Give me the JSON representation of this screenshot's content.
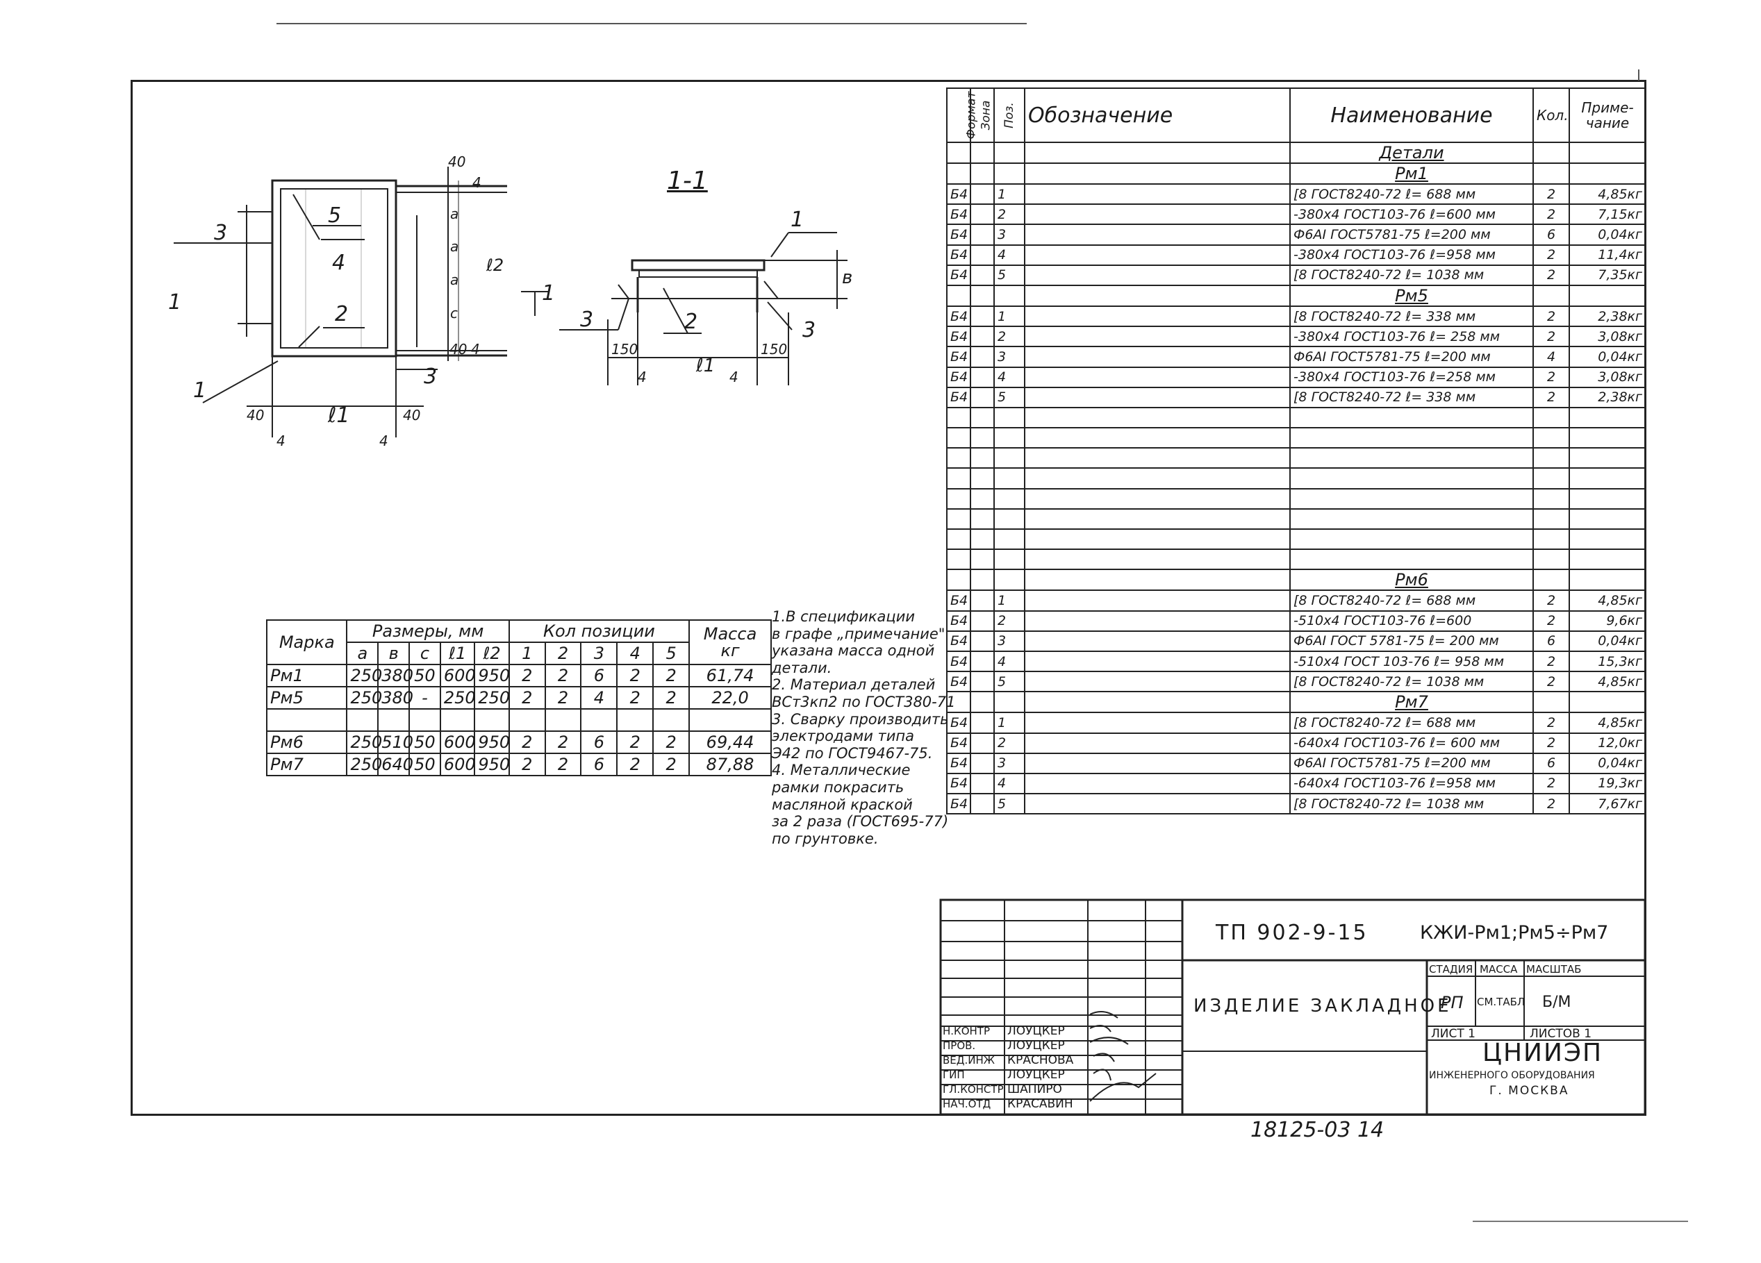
{
  "section_label": "1-1",
  "drawing_labels": {
    "left": {
      "positions": [
        "1",
        "2",
        "3",
        "3",
        "4",
        "5"
      ],
      "dims": [
        "40",
        "40",
        "4",
        "4",
        "ℓ1",
        "ℓ2",
        "40",
        "40",
        "4",
        "4",
        "a",
        "a",
        "a",
        "c"
      ],
      "section_mark": "1"
    },
    "right": {
      "positions": [
        "1",
        "2",
        "3",
        "3"
      ],
      "dims": [
        "150",
        "150",
        "ℓ1",
        "4",
        "4",
        "в"
      ],
      "section_mark": "1"
    }
  },
  "spec": {
    "headers": [
      "Формат",
      "Зона",
      "Поз.",
      "Обозначение",
      "Наименование",
      "Кол.",
      "Приме-чание"
    ],
    "rows": [
      {
        "type": "section",
        "name": "Детали"
      },
      {
        "type": "section",
        "name": "Рм1"
      },
      {
        "fmt": "Б4",
        "pos": "1",
        "name": "[8 ГОСТ8240-72 ℓ= 688 мм",
        "qty": "2",
        "note": "4,85кг"
      },
      {
        "fmt": "Б4",
        "pos": "2",
        "name": "-380х4 ГОСТ103-76 ℓ=600 мм",
        "qty": "2",
        "note": "7,15кг"
      },
      {
        "fmt": "Б4",
        "pos": "3",
        "name": "Ф6АI ГОСТ5781-75 ℓ=200 мм",
        "qty": "6",
        "note": "0,04кг"
      },
      {
        "fmt": "Б4",
        "pos": "4",
        "name": "-380х4 ГОСТ103-76 ℓ=958 мм",
        "qty": "2",
        "note": "11,4кг"
      },
      {
        "fmt": "Б4",
        "pos": "5",
        "name": "[8 ГОСТ8240-72 ℓ= 1038 мм",
        "qty": "2",
        "note": "7,35кг"
      },
      {
        "type": "section",
        "name": "Рм5"
      },
      {
        "fmt": "Б4",
        "pos": "1",
        "name": "[8 ГОСТ8240-72 ℓ= 338 мм",
        "qty": "2",
        "note": "2,38кг"
      },
      {
        "fmt": "Б4",
        "pos": "2",
        "name": "-380х4 ГОСТ103-76 ℓ= 258 мм",
        "qty": "2",
        "note": "3,08кг"
      },
      {
        "fmt": "Б4",
        "pos": "3",
        "name": "Ф6АI ГОСТ5781-75 ℓ=200 мм",
        "qty": "4",
        "note": "0,04кг"
      },
      {
        "fmt": "Б4",
        "pos": "4",
        "name": "-380х4 ГОСТ103-76 ℓ=258 мм",
        "qty": "2",
        "note": "3,08кг"
      },
      {
        "fmt": "Б4",
        "pos": "5",
        "name": "[8 ГОСТ8240-72 ℓ= 338 мм",
        "qty": "2",
        "note": "2,38кг"
      },
      {
        "type": "empty"
      },
      {
        "type": "empty"
      },
      {
        "type": "empty"
      },
      {
        "type": "empty"
      },
      {
        "type": "empty"
      },
      {
        "type": "empty"
      },
      {
        "type": "empty"
      },
      {
        "type": "empty"
      },
      {
        "type": "section",
        "name": "Рм6"
      },
      {
        "fmt": "Б4",
        "pos": "1",
        "name": "[8 ГОСТ8240-72 ℓ= 688 мм",
        "qty": "2",
        "note": "4,85кг"
      },
      {
        "fmt": "Б4",
        "pos": "2",
        "name": "-510х4 ГОСТ103-76 ℓ=600",
        "qty": "2",
        "note": "9,6кг"
      },
      {
        "fmt": "Б4",
        "pos": "3",
        "name": "Ф6АI ГОСТ 5781-75 ℓ= 200 мм",
        "qty": "6",
        "note": "0,04кг"
      },
      {
        "fmt": "Б4",
        "pos": "4",
        "name": "-510х4 ГОСТ 103-76 ℓ= 958 мм",
        "qty": "2",
        "note": "15,3кг"
      },
      {
        "fmt": "Б4",
        "pos": "5",
        "name": "[8 ГОСТ8240-72 ℓ= 1038 мм",
        "qty": "2",
        "note": "4,85кг"
      },
      {
        "type": "section",
        "name": "Рм7"
      },
      {
        "fmt": "Б4",
        "pos": "1",
        "name": "[8 ГОСТ8240-72 ℓ= 688 мм",
        "qty": "2",
        "note": "4,85кг"
      },
      {
        "fmt": "Б4",
        "pos": "2",
        "name": "-640х4 ГОСТ103-76 ℓ= 600 мм",
        "qty": "2",
        "note": "12,0кг"
      },
      {
        "fmt": "Б4",
        "pos": "3",
        "name": "Ф6АI ГОСТ5781-75 ℓ=200 мм",
        "qty": "6",
        "note": "0,04кг"
      },
      {
        "fmt": "Б4",
        "pos": "4",
        "name": "-640х4 ГОСТ103-76 ℓ=958 мм",
        "qty": "2",
        "note": "19,3кг"
      },
      {
        "fmt": "Б4",
        "pos": "5",
        "name": "[8 ГОСТ8240-72 ℓ= 1038 мм",
        "qty": "2",
        "note": "7,67кг"
      }
    ]
  },
  "marks_table": {
    "h_mark": "Марка",
    "h_dims": "Размеры, мм",
    "h_qty": "Кол позиции",
    "h_mass": "Масса кг",
    "sub_dims": [
      "a",
      "в",
      "c",
      "ℓ1",
      "ℓ2"
    ],
    "sub_pos": [
      "1",
      "2",
      "3",
      "4",
      "5"
    ],
    "rows": [
      {
        "mark": "Рм1",
        "a": "250",
        "b": "380",
        "c": "50",
        "l1": "600",
        "l2": "950",
        "p1": "2",
        "p2": "2",
        "p3": "6",
        "p4": "2",
        "p5": "2",
        "mass": "61,74"
      },
      {
        "mark": "Рм5",
        "a": "250",
        "b": "380",
        "c": "-",
        "l1": "250",
        "l2": "250",
        "p1": "2",
        "p2": "2",
        "p3": "4",
        "p4": "2",
        "p5": "2",
        "mass": "22,0"
      },
      {
        "mark": "",
        "a": "",
        "b": "",
        "c": "",
        "l1": "",
        "l2": "",
        "p1": "",
        "p2": "",
        "p3": "",
        "p4": "",
        "p5": "",
        "mass": ""
      },
      {
        "mark": "Рм6",
        "a": "250",
        "b": "510",
        "c": "50",
        "l1": "600",
        "l2": "950",
        "p1": "2",
        "p2": "2",
        "p3": "6",
        "p4": "2",
        "p5": "2",
        "mass": "69,44"
      },
      {
        "mark": "Рм7",
        "a": "250",
        "b": "640",
        "c": "50",
        "l1": "600",
        "l2": "950",
        "p1": "2",
        "p2": "2",
        "p3": "6",
        "p4": "2",
        "p5": "2",
        "mass": "87,88"
      }
    ]
  },
  "notes": [
    "1.В спецификации",
    "в графе „примечание\"",
    "указана масса одной",
    "детали.",
    "2. Материал деталей",
    "ВСт3кп2 по ГОСТ380-71",
    "3. Сварку производить",
    "электродами типа",
    "Э42 по ГОСТ9467-75.",
    "4. Металлические",
    "рамки покрасить",
    "масляной краской",
    "за 2 раза (ГОСТ695-77)",
    "по грунтовке."
  ],
  "title_block": {
    "doc_code": "ТП 902-9-15",
    "sheet_code": "КЖИ-Рм1;Рм5÷Рм7",
    "title": "ИЗДЕЛИЕ ЗАКЛАДНОЕ",
    "stage_h": "СТАДИЯ",
    "mass_h": "МАССА",
    "scale_h": "МАСШТАБ",
    "stage": "РП",
    "mass": "СМ.ТАБЛ",
    "scale": "Б/М",
    "sheet": "ЛИСТ 1",
    "sheets": "ЛИСТОВ 1",
    "org": "ЦНИИЭП",
    "org_sub": "ИНЖЕНЕРНОГО ОБОРУДОВАНИЯ",
    "city": "Г. МОСКВА",
    "signers": [
      {
        "role": "Н.КОНТР",
        "name": "ЛОУЦКЕР"
      },
      {
        "role": "ПРОВ.",
        "name": "ЛОУЦКЕР"
      },
      {
        "role": "ВЕД.ИНЖ",
        "name": "КРАСНОВА"
      },
      {
        "role": "ГИП",
        "name": "ЛОУЦКЕР"
      },
      {
        "role": "ГЛ.КОНСТР",
        "name": "ШАПИРО"
      },
      {
        "role": "НАЧ.ОТД",
        "name": "КРАСАВИН"
      }
    ]
  },
  "archive_number": "18125-03 14"
}
